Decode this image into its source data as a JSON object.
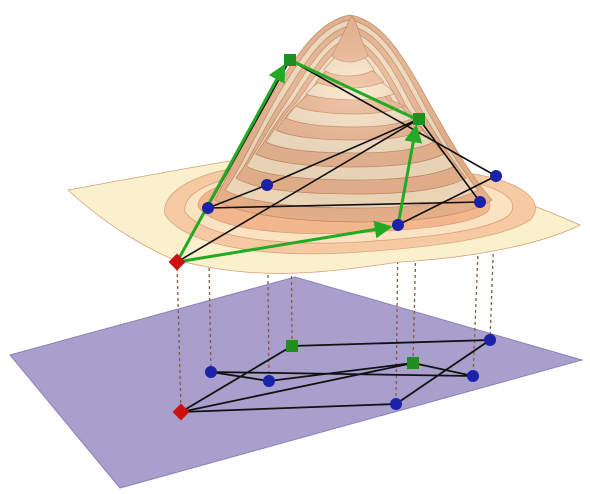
{
  "figure": {
    "background_color": "#ffffff",
    "colors": {
      "base_plane": "#a89fcc",
      "base_plane_edge": "#8b82b8",
      "surface_pale": "#fbf0cc",
      "surface_band": "#f0b890",
      "surface_band_dark": "#e39a6e",
      "surface_edge": "#d7a07c",
      "edge_black": "#111111",
      "arrow_green": "#22aa22",
      "marker_blue": "#1a22a8",
      "marker_green": "#1f8f1f",
      "marker_red": "#cc1111",
      "dashed_brown": "#8a5a3a"
    },
    "icons": {
      "origin": "red-diamond",
      "corner": "green-square",
      "path_point": "blue-sphere"
    }
  }
}
